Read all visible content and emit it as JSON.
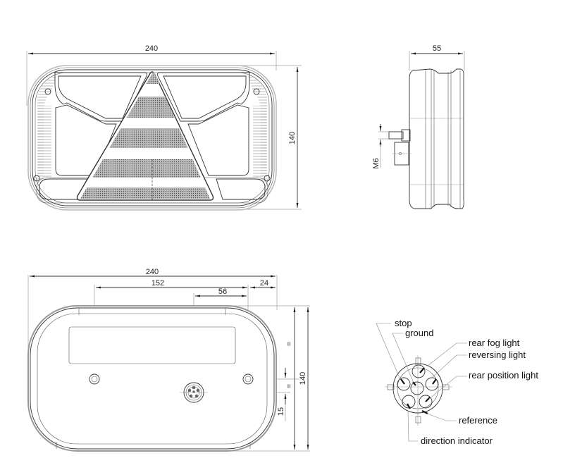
{
  "front_view": {
    "width_dim": "240",
    "height_dim": "140"
  },
  "side_view": {
    "depth_dim": "55",
    "bolt_dim": "M6"
  },
  "rear_view": {
    "width_dim": "240",
    "hole_spacing_dim": "152",
    "connector_offset_dim": "56",
    "edge_offset_dim": "24",
    "height_dim": "140",
    "equal_mark_upper": "=",
    "equal_mark_lower": "=",
    "connector_vertical_dim": "15"
  },
  "connector_pinout": {
    "labels": [
      {
        "id": "stop",
        "text": "stop"
      },
      {
        "id": "ground",
        "text": "ground"
      },
      {
        "id": "rear-fog-light",
        "text": "rear fog light"
      },
      {
        "id": "reversing-light",
        "text": "reversing light"
      },
      {
        "id": "rear-position-light",
        "text": "rear position light"
      },
      {
        "id": "reference",
        "text": "reference"
      },
      {
        "id": "direction-indicator",
        "text": "direction indicator"
      }
    ]
  }
}
